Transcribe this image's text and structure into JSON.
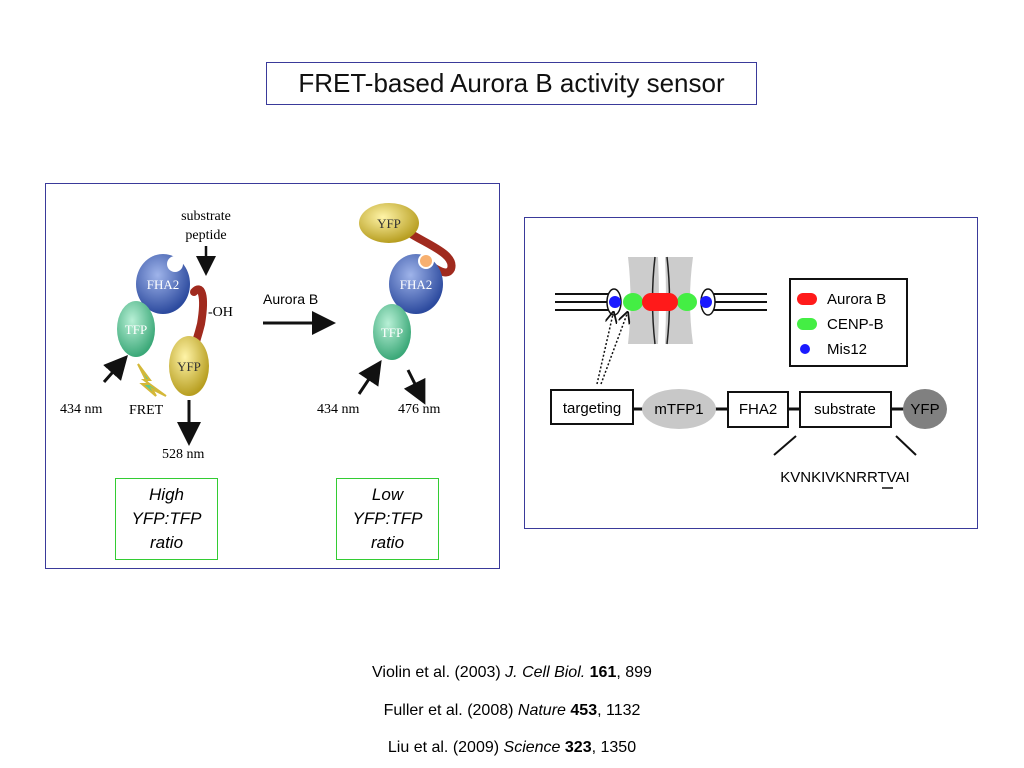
{
  "title": "FRET-based Aurora B activity sensor",
  "left_diagram": {
    "substrate_peptide_label": [
      "substrate",
      "peptide"
    ],
    "fha2_label": "FHA2",
    "tfp_label": "TFP",
    "yfp_label": "YFP",
    "oh_label": "-OH",
    "aurora_b_label": "Aurora B",
    "fret_label": "FRET",
    "excitation_left": "434 nm",
    "emission_left": "528 nm",
    "excitation_right": "434 nm",
    "emission_right": "476 nm",
    "high_ratio": [
      "High",
      "YFP:TFP",
      "ratio"
    ],
    "low_ratio": [
      "Low",
      "YFP:TFP",
      "ratio"
    ],
    "colors": {
      "fha2": "#4a66b5",
      "tfp": "#5cc79a",
      "yfp": "#d9c440",
      "linker": "#a02a1e",
      "panel_border": "#3a3a9a",
      "ratio_border": "#33cc33"
    }
  },
  "right_diagram": {
    "legend": [
      {
        "label": "Aurora B",
        "color": "#ff1a1a"
      },
      {
        "label": "CENP-B",
        "color": "#44ee44"
      },
      {
        "label": "Mis12",
        "color": "#1a1aff"
      }
    ],
    "construct": {
      "targeting": "targeting",
      "mtfp1": "mTFP1",
      "fha2": "FHA2",
      "substrate": "substrate",
      "yfp": "YFP"
    },
    "sequence": "KVNKIVKNRRTVAI",
    "underlined_residue": "T",
    "colors": {
      "mtfp1": "#c8c8c8",
      "yfp": "#808080",
      "chromatin": "#cccccc"
    }
  },
  "references": [
    {
      "authors": "Violin et al. (2003)",
      "journal": "J. Cell Biol.",
      "volume": "161",
      "page": "899"
    },
    {
      "authors": "Fuller et al. (2008)",
      "journal": "Nature",
      "volume": "453",
      "page": "1132"
    },
    {
      "authors": "Liu et al. (2009)",
      "journal": "Science",
      "volume": "323",
      "page": "1350"
    }
  ]
}
